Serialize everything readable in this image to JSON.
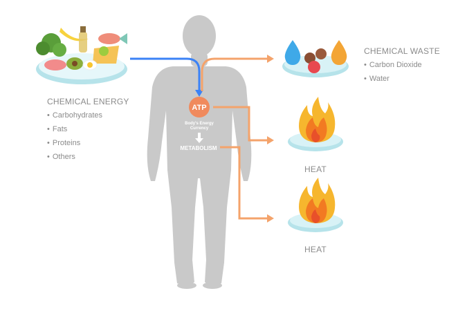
{
  "chemical_energy": {
    "title": "CHEMICAL ENERGY",
    "items": [
      "Carbohydrates",
      "Fats",
      "Proteins",
      "Others"
    ]
  },
  "chemical_waste": {
    "title": "CHEMICAL WASTE",
    "items": [
      "Carbon Dioxide",
      "Water"
    ]
  },
  "atp": {
    "label": "ATP",
    "caption_line1": "Body's Energy",
    "caption_line2": "Currency"
  },
  "metabolism": {
    "label": "METABOLISM"
  },
  "heat": {
    "label_top": "HEAT",
    "label_bottom": "HEAT"
  },
  "colors": {
    "body": "#c9c9c9",
    "blue_arrow": "#3b82f6",
    "orange_arrow": "#f4a36b",
    "atp_circle": "#f08a5d",
    "plate": "#cfeef2",
    "text": "#8b8b8b"
  },
  "icons": [
    "food-plate-icon",
    "water-drop-icon",
    "molecule-icon",
    "fire-icon"
  ]
}
